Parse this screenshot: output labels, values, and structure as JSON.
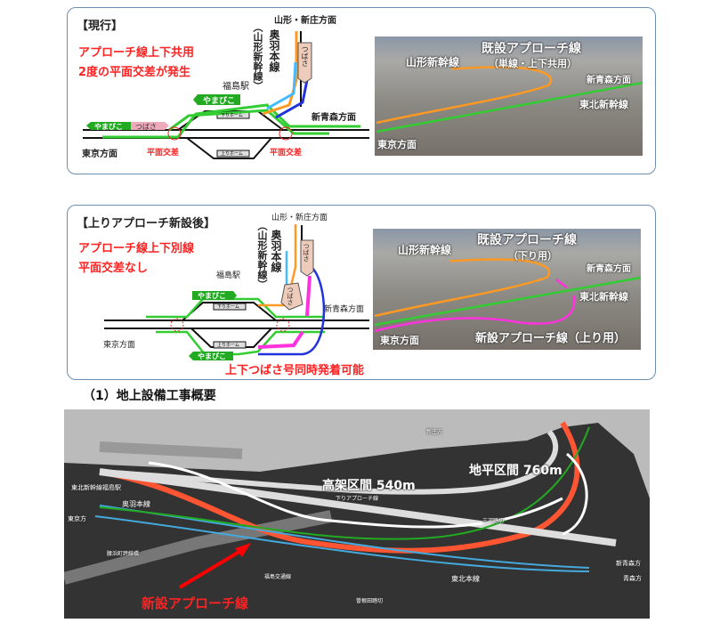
{
  "panel_current": {
    "title": "【現行】",
    "point1": "アプローチ線上下共用",
    "point2": "2度の平面交差が発生",
    "station": "福島駅",
    "dir_yamagata": "山形・新庄方面",
    "ou_line": "奥羽本線",
    "yamagata_shinkansen": "（山形新幹線）",
    "dir_shinaomori": "新青森方面",
    "dir_tokyo": "東京方面",
    "crossing_left": "平面交差",
    "crossing_right": "平面交差",
    "train_yamabiko_top": "やまびこ",
    "train_yamabiko_left": "やまびこ",
    "train_tsubasa_left": "つばさ",
    "train_tsubasa_vertical": "つばさ",
    "platform_down": "下りホーム",
    "platform_up": "上りホーム",
    "photo": {
      "label_yamagata": "山形新幹線",
      "label_approach": "既設アプローチ線",
      "label_approach_sub": "（単線・上下共用）",
      "label_shinaomori": "新青森方面",
      "label_tohoku": "東北新幹線",
      "label_tokyo": "東京方面"
    }
  },
  "panel_after": {
    "title": "【上りアプローチ新設後】",
    "point1": "アプローチ線上下別線",
    "point2": "平面交差なし",
    "station": "福島駅",
    "dir_yamagata": "山形・新庄方面",
    "ou_line": "奥羽本線",
    "yamagata_shinkansen": "（山形新幹線）",
    "dir_shinaomori": "新青森方面",
    "dir_tokyo": "東京方面",
    "train_yamabiko_top": "やまびこ",
    "train_yamabiko_bottom": "やまびこ",
    "train_tsubasa_a": "つばさ",
    "train_tsubasa_b": "つばさ",
    "platform_down": "下りホーム",
    "platform_up": "上りホーム",
    "note": "上下つばさ号同時発着可能",
    "photo": {
      "label_yamagata": "山形新幹線",
      "label_approach": "既設アプローチ線",
      "label_approach_sub": "（下り用）",
      "label_shinaomori": "新青森方面",
      "label_tohoku": "東北新幹線",
      "label_new": "新設アプローチ線（上り用）",
      "label_tokyo": "東京方面"
    }
  },
  "section_heading": "（1）地上設備工事概要",
  "overview": {
    "elevated": "高架区間 540m",
    "ground": "地平区間 760m",
    "new_line": "新設アプローチ線",
    "station_label": "東北新幹線福島駅",
    "ou_line": "奥羽本線",
    "tokyo": "東京方",
    "down_approach": "下りアプローチ線",
    "fukushima_line": "福島交通線",
    "tohoku_main": "東北本線",
    "shinaomori": "新青森方",
    "aomori": "青森方",
    "shinjo": "新庄方",
    "crossing": "三河踏切",
    "crossing2": "曽根田踏切",
    "bridge": "腰浜町跨線橋"
  },
  "colors": {
    "frame": "#6f8fb0",
    "red": "#ff2222",
    "green": "#22bb22",
    "orange": "#ff9922",
    "magenta": "#ff33dd",
    "blue": "#2244dd",
    "cyan": "#44bbff"
  }
}
